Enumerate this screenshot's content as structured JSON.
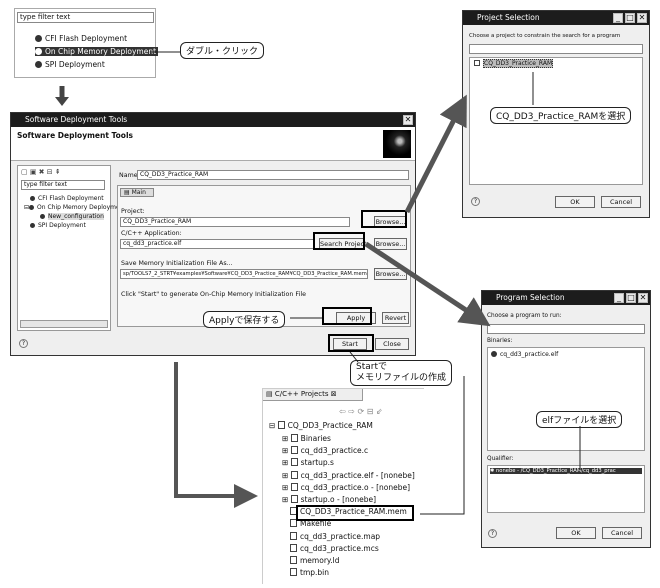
{
  "colors": {
    "title_bg": "#1c1c1c",
    "arrow": "#555555",
    "dialog_bg": "#efefef"
  },
  "top_list": {
    "filter": "type filter text",
    "items": [
      "CFI Flash Deployment",
      "On Chip Memory Deployment",
      "SPI Deployment"
    ]
  },
  "callouts": {
    "double_click": "ダブル・クリック",
    "select_project": "CQ_DD3_Practice_RAMを選択",
    "apply_save": "Applyで保存する",
    "start_line1": "Startで",
    "start_line2": "メモリファイルの作成",
    "select_elf": "elfファイルを選択"
  },
  "sdt": {
    "title": "Software Deployment Tools",
    "header": "Software Deployment Tools",
    "filter": "type filter text",
    "tree": [
      "CFI Flash Deployment",
      "On Chip Memory Deployment",
      "New_configuration",
      "SPI Deployment"
    ],
    "name_label": "Name:",
    "name_value": "CQ_DD3_Practice_RAM",
    "tab_main": "Main",
    "project_label": "Project:",
    "project_value": "CQ_DD3_Practice_RAM",
    "app_label": "C/C++ Application:",
    "app_value": "cq_dd3_practice.elf",
    "save_label": "Save Memory Initialization File As...",
    "save_value": "sp/TOOLS7_2_STRT¥examples¥Software¥CQ_DD3_Practice_RAM¥CQ_DD3_Practice_RAM.mem",
    "hint": "Click \"Start\" to generate On-Chip Memory Initialization File",
    "browse": "Browse...",
    "search_project": "Search Project...",
    "apply": "Apply",
    "revert": "Revert",
    "start": "Start",
    "close": "Close",
    "help": "?"
  },
  "project_sel": {
    "title": "Project Selection",
    "prompt": "Choose a project to constrain the search for a program",
    "item": "CQ_DD3_Practice_RAM",
    "ok": "OK",
    "cancel": "Cancel",
    "help": "?"
  },
  "program_sel": {
    "title": "Program Selection",
    "prompt": "Choose a program to run:",
    "binaries_label": "Binaries:",
    "binary": "cq_dd3_practice.elf",
    "qualifier_label": "Qualifier:",
    "qualifier": "nonebe - /CQ_DD3_Practice_RAM/cq_dd3_prac",
    "ok": "OK",
    "cancel": "Cancel",
    "help": "?"
  },
  "projects_view": {
    "tab": "C/C++ Projects",
    "root": "CQ_DD3_Practice_RAM",
    "items": [
      "Binaries",
      "cq_dd3_practice.c",
      "startup.s",
      "cq_dd3_practice.elf - [nonebe]",
      "cq_dd3_practice.o - [nonebe]",
      "startup.o - [nonebe]",
      "CQ_DD3_Practice_RAM.mem",
      "Makefile",
      "cq_dd3_practice.map",
      "cq_dd3_practice.mcs",
      "memory.ld",
      "tmp.bin"
    ]
  }
}
